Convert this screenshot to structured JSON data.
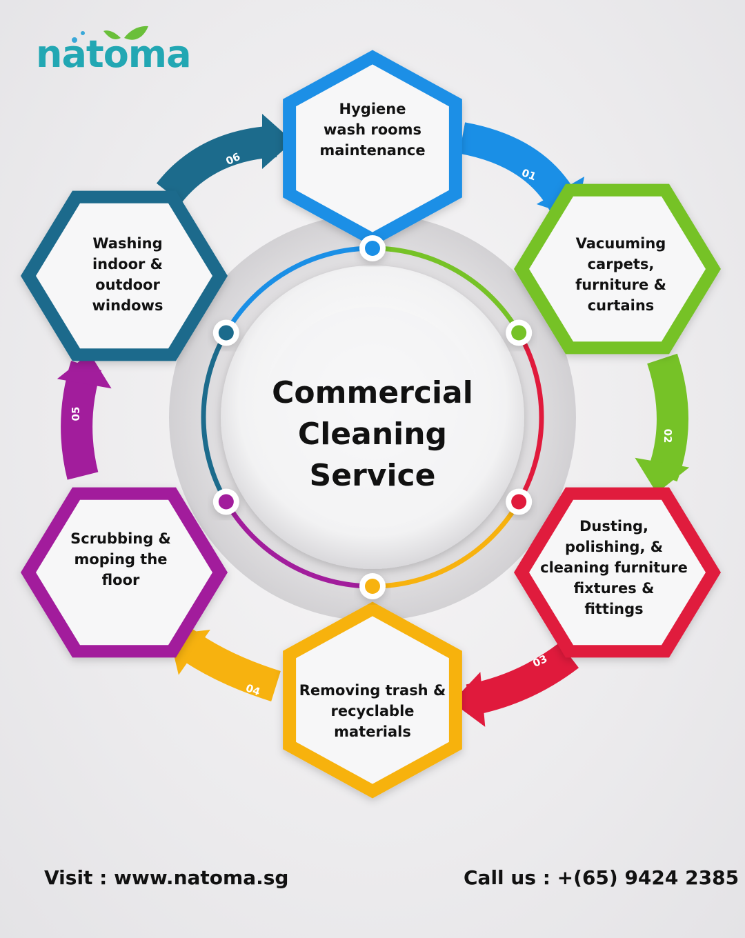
{
  "brand": {
    "name": "natoma",
    "accent": "#22a7b3",
    "leaf_color": "#6abf3a",
    "drop_color": "#3aa8d8"
  },
  "title_lines": [
    "Commercial",
    "Cleaning",
    "Service"
  ],
  "steps": [
    {
      "num": "01",
      "lines": [
        "Hygiene",
        "wash rooms",
        "maintenance"
      ],
      "color": "#1a8fe6",
      "dark": "#0d5fb3"
    },
    {
      "num": "02",
      "lines": [
        "Vacuuming",
        "carpets,",
        "furniture &",
        "curtains"
      ],
      "color": "#76c227",
      "dark": "#3e7d12"
    },
    {
      "num": "03",
      "lines": [
        "Dusting,",
        "polishing, &",
        "cleaning furniture",
        "fixtures &",
        "fittings"
      ],
      "color": "#e01a3c",
      "dark": "#9e0f27"
    },
    {
      "num": "04",
      "lines": [
        "Removing trash &",
        "recyclable",
        "materials"
      ],
      "color": "#f7b20f",
      "dark": "#e8890b"
    },
    {
      "num": "05",
      "lines": [
        "Scrubbing &",
        "moping the",
        "floor"
      ],
      "color": "#a21d9c",
      "dark": "#640f5f"
    },
    {
      "num": "06",
      "lines": [
        "Washing",
        "indoor &",
        "outdoor",
        "windows"
      ],
      "color": "#1c6b8c",
      "dark": "#0f3d56"
    }
  ],
  "footer": {
    "visit": "Visit : www.natoma.sg",
    "call": "Call us :  +(65) 9424 2385"
  }
}
